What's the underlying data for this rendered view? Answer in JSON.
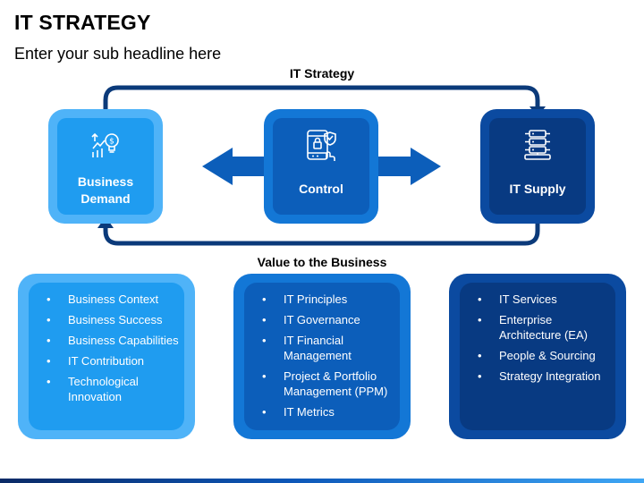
{
  "header": {
    "title": "IT STRATEGY",
    "subtitle": "Enter your sub headline here"
  },
  "flow": {
    "top_label": "IT Strategy",
    "bottom_label": "Value to the Business"
  },
  "nodes": [
    {
      "label_line1": "Business",
      "label_line2": "Demand",
      "icon": "bulb-growth-icon"
    },
    {
      "label_line1": "Control",
      "icon": "tablet-lock-shield-icon"
    },
    {
      "label_line1": "IT Supply",
      "icon": "server-rack-icon"
    }
  ],
  "panels": [
    {
      "items": [
        "Business Context",
        "Business Success",
        "Business Capabilities",
        "IT Contribution",
        "Technological Innovation"
      ]
    },
    {
      "items": [
        "IT Principles",
        "IT Governance",
        "IT Financial Management",
        "Project & Portfolio Management (PPM)",
        "IT Metrics"
      ]
    },
    {
      "items": [
        "IT Services",
        "Enterprise Architecture (EA)",
        "People & Sourcing",
        "Strategy Integration"
      ]
    }
  ],
  "colors": {
    "light_blue": "#1f9cf0",
    "mid_blue": "#0c5eba",
    "dark_blue": "#083a82",
    "arrow_navy": "#0b3a7a"
  }
}
